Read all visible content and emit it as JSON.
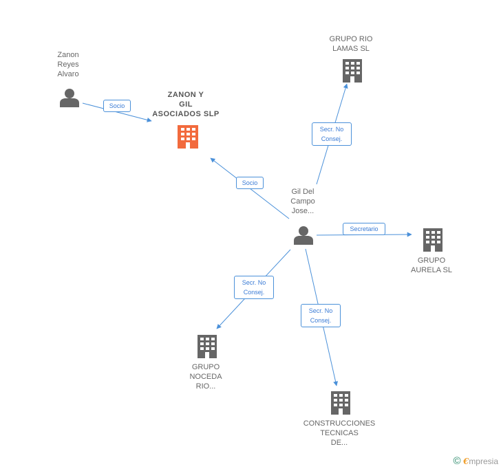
{
  "nodes": {
    "zanon_reyes": {
      "label": "Zanon\nReyes\nAlvaro",
      "kind": "person"
    },
    "zanon_gil": {
      "label": "ZANON Y\nGIL\nASOCIADOS SLP",
      "kind": "company-main"
    },
    "grupo_rio_lamas": {
      "label": "GRUPO RIO\nLAMAS SL",
      "kind": "company"
    },
    "gil_del_campo": {
      "label": "Gil Del\nCampo\nJose...",
      "kind": "person"
    },
    "grupo_aurela": {
      "label": "GRUPO\nAURELA SL",
      "kind": "company"
    },
    "grupo_noceda": {
      "label": "GRUPO\nNOCEDA\nRIO...",
      "kind": "company"
    },
    "construcciones": {
      "label": "CONSTRUCCIONES\nTECNICAS\nDE...",
      "kind": "company"
    }
  },
  "edges": {
    "socio_1": "Socio",
    "socio_2": "Socio",
    "secr_rio_lamas": "Secr.  No\nConsej.",
    "secretario_aurela": "Secretario",
    "secr_noceda": "Secr.  No\nConsej.",
    "secr_construcciones": "Secr.  No\nConsej."
  },
  "colors": {
    "edge": "#4a90d9",
    "person_icon": "#666666",
    "company_icon": "#666666",
    "main_company_icon": "#f26a3d"
  },
  "footer": {
    "copyright": "©",
    "brand_first": "€",
    "brand_rest": "mpresia"
  }
}
